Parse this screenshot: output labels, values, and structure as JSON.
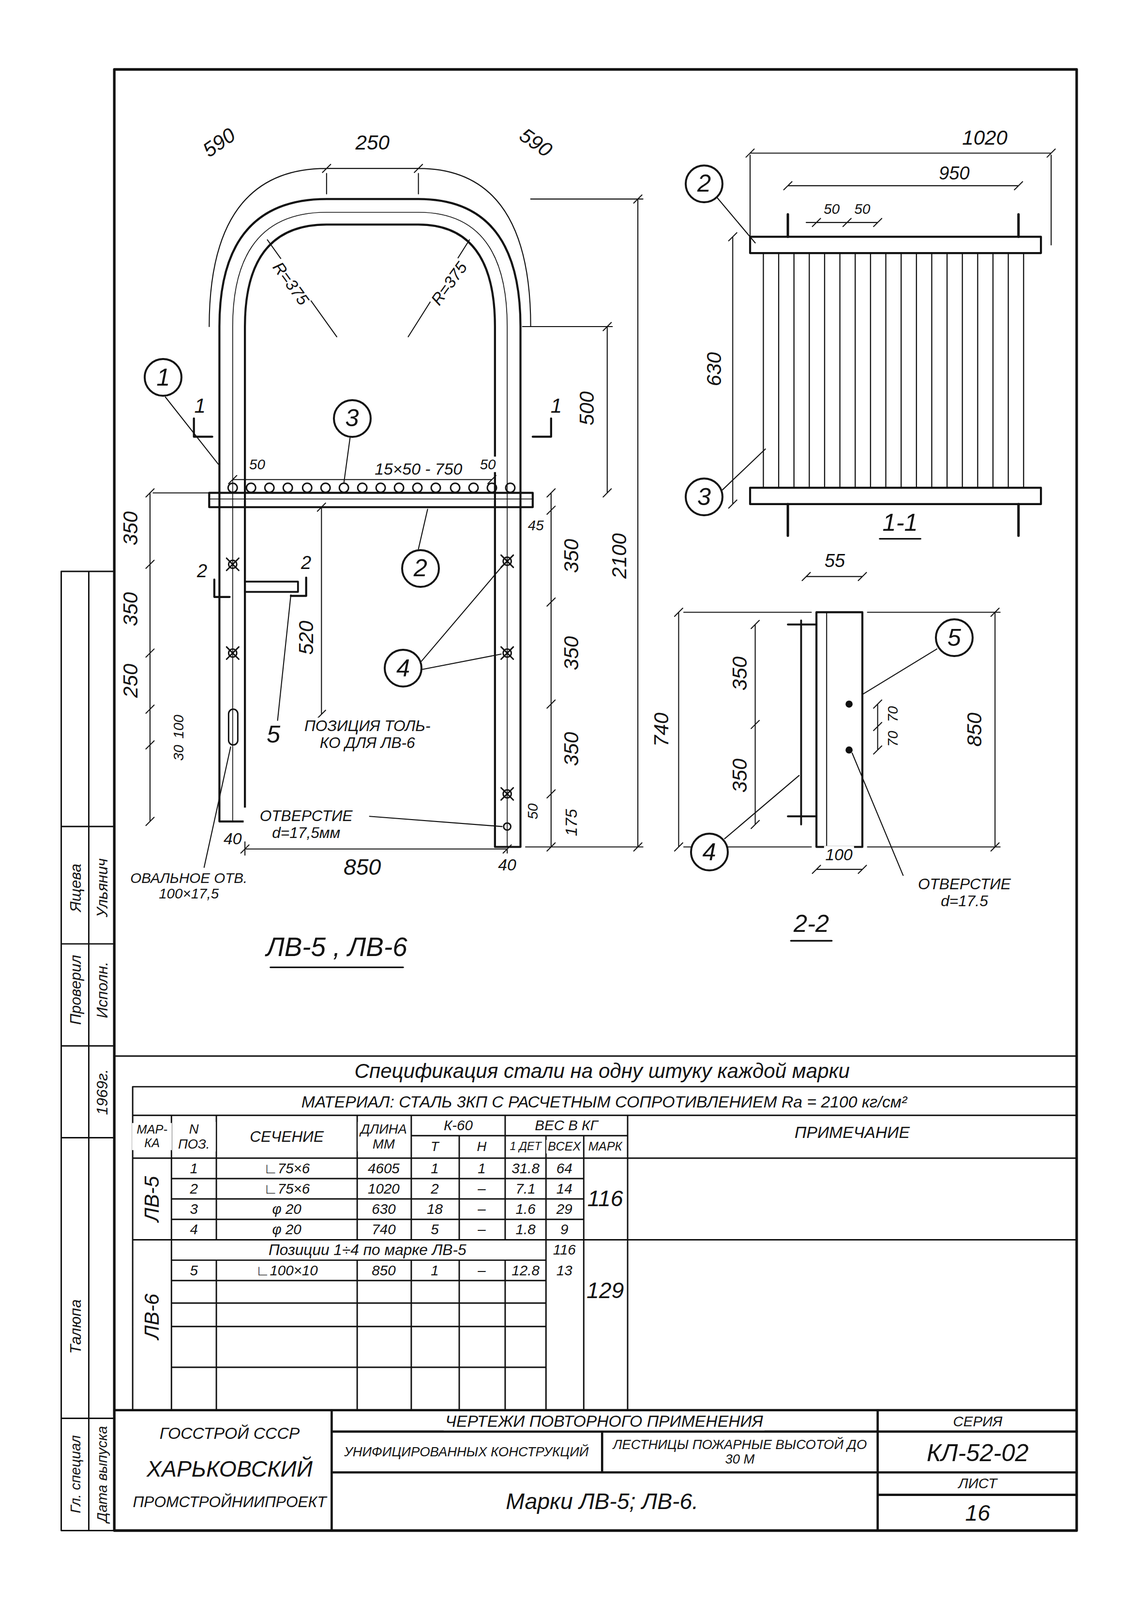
{
  "diagram": {
    "nodes": [
      {
        "text": [
          "1"
        ]
      },
      {
        "text": [
          "3"
        ]
      },
      {
        "text": [
          "2"
        ]
      },
      {
        "text": [
          "4"
        ]
      },
      {
        "text": [
          "2"
        ]
      },
      {
        "text": [
          "3"
        ]
      },
      {
        "text": [
          "5"
        ]
      },
      {
        "text": [
          "4"
        ]
      }
    ],
    "labels": [
      "590",
      "250",
      "590",
      "R=375",
      "R=375",
      "1",
      "1",
      "50",
      "15×50 - 750",
      "50",
      "500",
      "45",
      "350",
      "2100",
      "520",
      "2",
      "2",
      "350",
      "350",
      "50",
      "175",
      "350",
      "350",
      "250",
      "100",
      "30",
      "40",
      "40",
      "5",
      "ПОЗИЦИЯ ТОЛЬ- КО ДЛЯ ЛВ-6",
      "ОТВЕРСТИЕ d=17,5мм",
      "850",
      "ОВАЛЬНОЕ ОТВ. 100×17,5",
      "ЛВ-5 , ЛВ-6",
      "1020",
      "950",
      "50",
      "50",
      "630",
      "1-1",
      "55",
      "350",
      "350",
      "740",
      "850",
      "70",
      "70",
      "100",
      "ОТВЕРСТИЕ d=17.5",
      "2-2",
      "Спецификация стали на одну штуку каждой марки",
      "МАТЕРИАЛ: СТАЛЬ 3КП С РАСЧЕТНЫМ СОПРОТИВЛЕНИЕМ Ra = 2100 кг/см²",
      "МАР- КА",
      "N ПОЗ.",
      "СЕЧЕНИЕ",
      "ДЛИНА ММ",
      "К-60",
      "Т",
      "Н",
      "ВЕС В КГ",
      "1 ДЕТ",
      "ВСЕХ",
      "МАРК",
      "ПРИМЕЧАНИЕ",
      "ЛВ-5",
      "1",
      "∟75×6",
      "4605",
      "1",
      "1",
      "31.8",
      "64",
      "2",
      "∟75×6",
      "1020",
      "2",
      "–",
      "7.1",
      "14",
      "3",
      "φ 20",
      "630",
      "18",
      "–",
      "1.6",
      "29",
      "4",
      "φ 20",
      "740",
      "5",
      "–",
      "1.8",
      "9",
      "116",
      "ЛВ-6",
      "Позиции 1÷4 по марке ЛВ-5",
      "116",
      "5",
      "∟100×10",
      "850",
      "1",
      "–",
      "12.8",
      "13",
      "129",
      "ГОССТРОЙ СССР",
      "ХАРЬКОВСКИЙ",
      "ПРОМСТРОЙНИИПРОЕКТ",
      "ЧЕРТЕЖИ ПОВТОРНОГО ПРИМЕНЕНИЯ",
      "УНИФИЦИРОВАННЫХ КОНСТРУКЦИЙ",
      "ЛЕСТНИЦЫ ПОЖАРНЫЕ ВЫСОТОЙ ДО 30 М",
      "Марки ЛВ-5; ЛВ-6.",
      "СЕРИЯ",
      "КЛ-52-02",
      "ЛИСТ",
      "16",
      "Проверил",
      "Исполн.",
      "Ящева",
      "Ульянич",
      "1969г.",
      "Талюпа",
      "Гл. специал",
      "Дата выпуска"
    ]
  }
}
